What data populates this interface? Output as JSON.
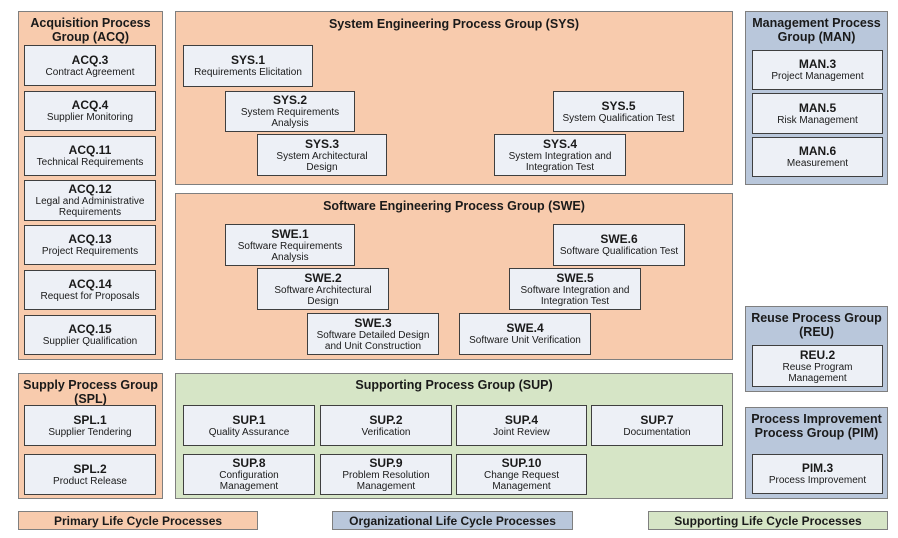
{
  "groups": {
    "acq": {
      "title": "Acquisition Process\nGroup (ACQ)",
      "processes": [
        {
          "id": "ACQ.3",
          "name": "Contract Agreement"
        },
        {
          "id": "ACQ.4",
          "name": "Supplier Monitoring"
        },
        {
          "id": "ACQ.11",
          "name": "Technical Requirements"
        },
        {
          "id": "ACQ.12",
          "name": "Legal and Administrative\nRequirements"
        },
        {
          "id": "ACQ.13",
          "name": "Project Requirements"
        },
        {
          "id": "ACQ.14",
          "name": "Request for Proposals"
        },
        {
          "id": "ACQ.15",
          "name": "Supplier Qualification"
        }
      ]
    },
    "sys": {
      "title": "System Engineering Process Group (SYS)",
      "processes": [
        {
          "id": "SYS.1",
          "name": "Requirements Elicitation"
        },
        {
          "id": "SYS.2",
          "name": "System Requirements\nAnalysis"
        },
        {
          "id": "SYS.3",
          "name": "System Architectural\nDesign"
        },
        {
          "id": "SYS.4",
          "name": "System Integration and\nIntegration Test"
        },
        {
          "id": "SYS.5",
          "name": "System Qualification Test"
        }
      ]
    },
    "man": {
      "title": "Management Process\nGroup (MAN)",
      "processes": [
        {
          "id": "MAN.3",
          "name": "Project Management"
        },
        {
          "id": "MAN.5",
          "name": "Risk Management"
        },
        {
          "id": "MAN.6",
          "name": "Measurement"
        }
      ]
    },
    "swe": {
      "title": "Software Engineering Process Group (SWE)",
      "processes": [
        {
          "id": "SWE.1",
          "name": "Software Requirements\nAnalysis"
        },
        {
          "id": "SWE.2",
          "name": "Software Architectural\nDesign"
        },
        {
          "id": "SWE.3",
          "name": "Software Detailed Design\nand Unit Construction"
        },
        {
          "id": "SWE.4",
          "name": "Software Unit Verification"
        },
        {
          "id": "SWE.5",
          "name": "Software Integration and\nIntegration Test"
        },
        {
          "id": "SWE.6",
          "name": "Software Qualification Test"
        }
      ]
    },
    "reu": {
      "title": "Reuse Process Group\n(REU)",
      "processes": [
        {
          "id": "REU.2",
          "name": "Reuse Program\nManagement"
        }
      ]
    },
    "spl": {
      "title": "Supply Process Group\n(SPL)",
      "processes": [
        {
          "id": "SPL.1",
          "name": "Supplier Tendering"
        },
        {
          "id": "SPL.2",
          "name": "Product Release"
        }
      ]
    },
    "sup": {
      "title": "Supporting Process Group (SUP)",
      "processes": [
        {
          "id": "SUP.1",
          "name": "Quality Assurance"
        },
        {
          "id": "SUP.2",
          "name": "Verification"
        },
        {
          "id": "SUP.4",
          "name": "Joint Review"
        },
        {
          "id": "SUP.7",
          "name": "Documentation"
        },
        {
          "id": "SUP.8",
          "name": "Configuration\nManagement"
        },
        {
          "id": "SUP.9",
          "name": "Problem Resolution\nManagement"
        },
        {
          "id": "SUP.10",
          "name": "Change Request\nManagement"
        }
      ]
    },
    "pim": {
      "title": "Process Improvement\nProcess Group (PIM)",
      "processes": [
        {
          "id": "PIM.3",
          "name": "Process Improvement"
        }
      ]
    }
  },
  "legend": {
    "primary": "Primary Life Cycle Processes",
    "organizational": "Organizational Life Cycle Processes",
    "supporting": "Supporting Life Cycle Processes"
  },
  "colors": {
    "primary": "#f8cbad",
    "organizational": "#b9c7db",
    "supporting": "#d6e5c6",
    "process_box": "#edf0f6"
  }
}
